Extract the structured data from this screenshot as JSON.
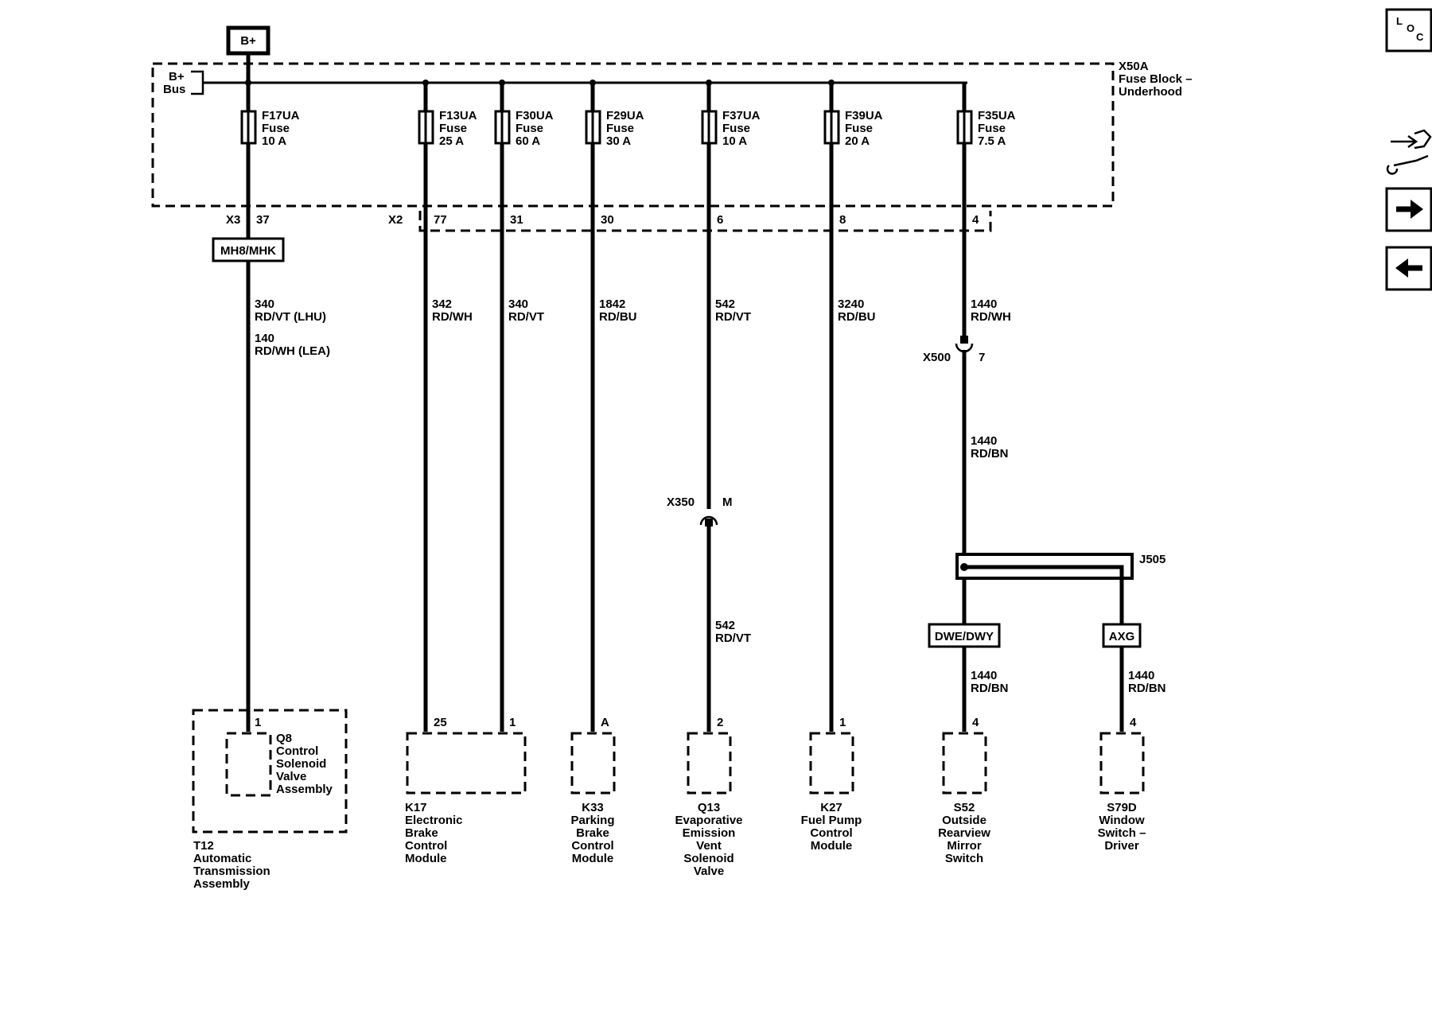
{
  "bplus": "B+",
  "bus": {
    "line1": "B+",
    "line2": "Bus"
  },
  "fuse_block": {
    "line1": "X50A",
    "line2": "Fuse Block –",
    "line3": "Underhood"
  },
  "connectors": {
    "x3": "X3",
    "x2": "X2",
    "x500": "X500",
    "x500_pin": "7",
    "x350": "X350",
    "x350_pin": "M",
    "j505": "J505"
  },
  "fuses": [
    {
      "name": "F17UA",
      "type": "Fuse",
      "rating": "10 A",
      "pin": "37",
      "wires": [
        "340",
        "RD/VT (LHU)",
        "140",
        "RD/WH (LEA)"
      ]
    },
    {
      "name": "F13UA",
      "type": "Fuse",
      "rating": "25 A",
      "pin": "77",
      "wires": [
        "342",
        "RD/WH"
      ]
    },
    {
      "name": "F30UA",
      "type": "Fuse",
      "rating": "60 A",
      "pin": "31",
      "wires": [
        "340",
        "RD/VT"
      ]
    },
    {
      "name": "F29UA",
      "type": "Fuse",
      "rating": "30 A",
      "pin": "30",
      "wires": [
        "1842",
        "RD/BU"
      ]
    },
    {
      "name": "F37UA",
      "type": "Fuse",
      "rating": "10 A",
      "pin": "6",
      "wires": [
        "542",
        "RD/VT"
      ]
    },
    {
      "name": "F39UA",
      "type": "Fuse",
      "rating": "20 A",
      "pin": "8",
      "wires": [
        "3240",
        "RD/BU"
      ]
    },
    {
      "name": "F35UA",
      "type": "Fuse",
      "rating": "7.5 A",
      "pin": "4",
      "wires": [
        "1440",
        "RD/WH"
      ]
    }
  ],
  "options": {
    "mh8": "MH8/MHK",
    "dwe": "DWE/DWY",
    "axg": "AXG"
  },
  "lower_wires": {
    "q13": [
      "542",
      "RD/VT"
    ],
    "f35_mid": [
      "1440",
      "RD/BN"
    ],
    "s52": [
      "1440",
      "RD/BN"
    ],
    "s79d": [
      "1440",
      "RD/BN"
    ]
  },
  "components": [
    {
      "pin": "1",
      "lines": [
        "Q8",
        "Control",
        "Solenoid",
        "Valve",
        "Assembly"
      ]
    },
    {
      "pin": "",
      "lines": [
        "T12",
        "Automatic",
        "Transmission",
        "Assembly"
      ]
    },
    {
      "pins": [
        "25",
        "1"
      ],
      "lines": [
        "K17",
        "Electronic",
        "Brake",
        "Control",
        "Module"
      ]
    },
    {
      "pin": "A",
      "lines": [
        "K33",
        "Parking",
        "Brake",
        "Control",
        "Module"
      ]
    },
    {
      "pin": "2",
      "lines": [
        "Q13",
        "Evaporative",
        "Emission",
        "Vent",
        "Solenoid",
        "Valve"
      ]
    },
    {
      "pin": "1",
      "lines": [
        "K27",
        "Fuel Pump",
        "Control",
        "Module"
      ]
    },
    {
      "pin": "4",
      "lines": [
        "S52",
        "Outside",
        "Rearview",
        "Mirror",
        "Switch"
      ]
    },
    {
      "pin": "4",
      "lines": [
        "S79D",
        "Window",
        "Switch –",
        "Driver"
      ]
    }
  ],
  "sidebar": {
    "loc_l": "L",
    "loc_o": "O",
    "loc_c": "C"
  },
  "icons": [
    "loc-icon",
    "wrench-connector-icon",
    "arrow-right-icon",
    "arrow-left-icon"
  ]
}
